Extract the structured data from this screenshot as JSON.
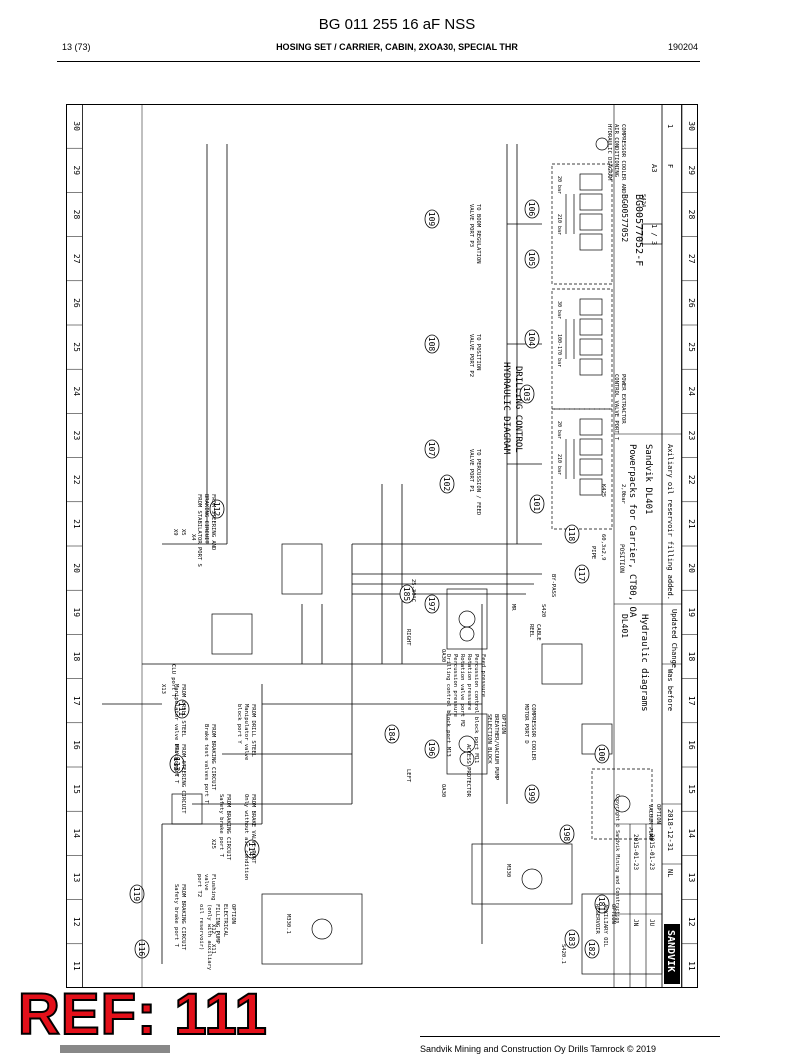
{
  "header": {
    "title": "BG 011 255 16 aF NSS",
    "page": "13 (73)",
    "subtitle": "HOSING SET / CARRIER, CABIN, 2XOA30, SPECIAL THR",
    "number": "190204"
  },
  "footer": {
    "text": "Sandvik Mining and Construction Oy Drills Tamrock © 2019"
  },
  "ref_label": "REF: 111",
  "diagram": {
    "frame_numbers": [
      "11",
      "12",
      "13",
      "14",
      "15",
      "16",
      "17",
      "18",
      "19",
      "20",
      "21",
      "22",
      "23",
      "24",
      "25",
      "26",
      "27",
      "28",
      "29",
      "30"
    ],
    "title_lines": [
      "DRILLING CONTROL",
      "HYDRAULIC DIAGRAM"
    ],
    "callouts": [
      "116",
      "119",
      "113",
      "111",
      "114",
      "184",
      "185",
      "196",
      "197",
      "199",
      "198",
      "100",
      "117",
      "118",
      "101",
      "102",
      "103",
      "104",
      "105",
      "106",
      "107",
      "108",
      "109",
      "112",
      "181",
      "182",
      "183"
    ],
    "title_block": {
      "company": "SANDVIK",
      "copyright": "Copyright © Sandvik Mining and Construction",
      "doc_title": "Hydraulic diagrams",
      "product": "Sandvik DL401",
      "subject": "Powerpacks for Carrier, CT80, OA",
      "doc_no": "BG00577052-F",
      "id_code": "BG00577052",
      "sheet": "1 / 3",
      "size": "A3",
      "pos": "1",
      "rev": "F",
      "model": "DL401",
      "revision_note": "Axiliary oil reservoir filling added.",
      "updated": "Updated Change",
      "was_before": "Was before",
      "date": "2018-12-31",
      "by": "NL",
      "drawn": "2015-01-23",
      "checked": "2015-01-23",
      "drawn_by": "JU",
      "checked_by": "JN",
      "position": "POSITION"
    },
    "labels": {
      "option_pump": [
        "OPTION",
        "ELECTRICAL",
        "FILLING PUMP",
        "(only with auxiliary",
        "oil reservoir)"
      ],
      "option_reservoir": [
        "OPTION",
        "AUXILIARY OIL",
        "RESERVOIR"
      ],
      "option_vacuum": [
        "OPTION",
        "VACUUM PUMP"
      ],
      "motor_m3301": "M330.1",
      "motor_m330": "M330",
      "s4201": "S420.1",
      "s420": "S420",
      "left": "LEFT",
      "right": "RIGHT",
      "oa30a": "OA30",
      "oa30b": "OA30",
      "pipe": "PIPE",
      "pipe_size": "60,3x2,9",
      "k425": "K425",
      "k425_val": "2,0bar",
      "s424": "S424",
      "x12": "X12",
      "x11": "X11",
      "x13": "X13",
      "x25": "X25",
      "x4": "X4",
      "x5": "X5",
      "x9": "X9",
      "bypass": "BY-PASS",
      "mr": "MR",
      "feed_pressure": "Feed pressure",
      "percussion": "Percussion control block port M11",
      "rotation": "Rotation pressure",
      "rotation_port": "Rotation valve port M2",
      "percussion_pressure": "Percussion pressure",
      "drilling_control": "Drilling control block port M13",
      "compressor": [
        "COMPRESSOR COOLER",
        "MOTOR PORT D"
      ],
      "breather": [
        "OPTION",
        "BREATHER/VACUUM PUMP",
        "SELECTION BLOCK"
      ],
      "power_extractor": [
        "POWER EXTRACTOR",
        "CONTROL VALVE PORT T"
      ],
      "braking1": [
        "FROM BRAKING CIRCUIT",
        "Brake test valves port T"
      ],
      "braking2": [
        "FROM BRAKING CIRCUIT",
        "Safety brake port T"
      ],
      "braking3": [
        "FROM BRAKING CIRCUIT",
        "Safety brake port T"
      ],
      "steering1": [
        "FROM STEERING CIRCUIT",
        "PRV port T"
      ],
      "drill_steel1": [
        "FROM DRILL STEEL",
        "Manipulator valve block port T"
      ],
      "drill_steel2": [
        "FROM DRILL STEEL",
        "Manipulator valve",
        "block port Y"
      ],
      "brake_valve": [
        "FROM BRAKE VALVE PORT",
        "Only without air condition"
      ],
      "steering_braking": [
        "FROM STEERING AND",
        "BRAKING CIRCUIT",
        "FROM STABILATOR PORT S"
      ],
      "access": "ACCESS PROTECTOR",
      "boom1": [
        "TO BOOM REGULATION",
        "VALVE PORT P3"
      ],
      "boom2": [
        "TO POSITION",
        "VALVE PORT P2"
      ],
      "boom3": [
        "TO PERCUSSION / FEED",
        "VALVE PORT P1"
      ],
      "compressor_cooler": [
        "COMPRESSOR COOLER AND",
        "AIR CONDITIONING",
        "HYDRAULIC DIAGRAM"
      ],
      "temp": "25-30°C",
      "bar20a": "20 bar",
      "bar210a": "210 bar",
      "bar100": "100-170 bar",
      "bar210b": "210 bar",
      "bar30": "30 bar",
      "bar20b": "20 bar",
      "cable_reel": [
        "CABLE",
        "REEL"
      ],
      "flushing": [
        "Flushing",
        "valve",
        "port T2"
      ],
      "clu": "CLU port T",
      "notice": "NOTICE: This document is the exclusive property of Sandvik and may not be..."
    }
  }
}
